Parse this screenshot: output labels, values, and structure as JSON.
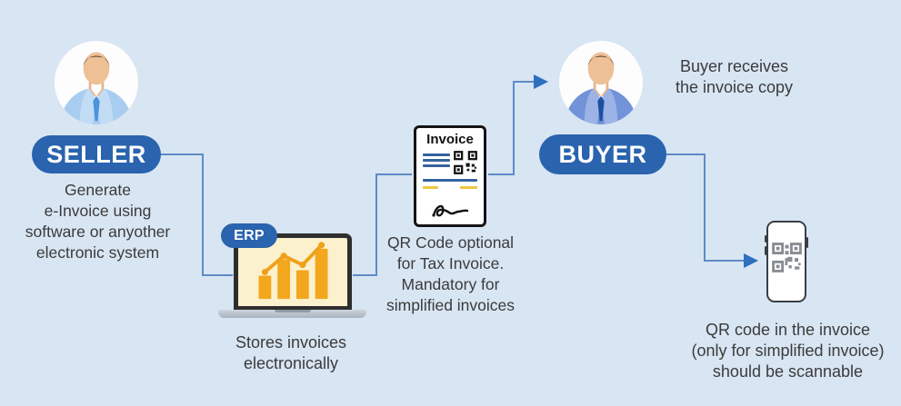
{
  "colors": {
    "background": "#d8e5f3",
    "pill_blue": "#2a63ae",
    "connector_blue": "#5d8bc7",
    "arrow_blue": "#2e6fc0",
    "text_dark": "#3b3b3b",
    "chart_orange": "#f3a71d",
    "laptop_screen": "#fcf1cd",
    "invoice_line_blue": "#35629f",
    "invoice_dash_yellow": "#f2c442"
  },
  "seller": {
    "label": "SELLER",
    "caption": "Generate\ne-Invoice using\nsoftware or anyother\nelectronic system"
  },
  "erp": {
    "label": "ERP",
    "caption": "Stores invoices\nelectronically"
  },
  "invoice": {
    "title": "Invoice",
    "caption": "QR Code optional\nfor Tax Invoice.\nMandatory for\nsimplified invoices"
  },
  "buyer": {
    "label": "BUYER",
    "note": "Buyer receives\nthe invoice copy"
  },
  "phone": {
    "caption": "QR code in the invoice\n(only for simplified invoice)\nshould be scannable"
  }
}
